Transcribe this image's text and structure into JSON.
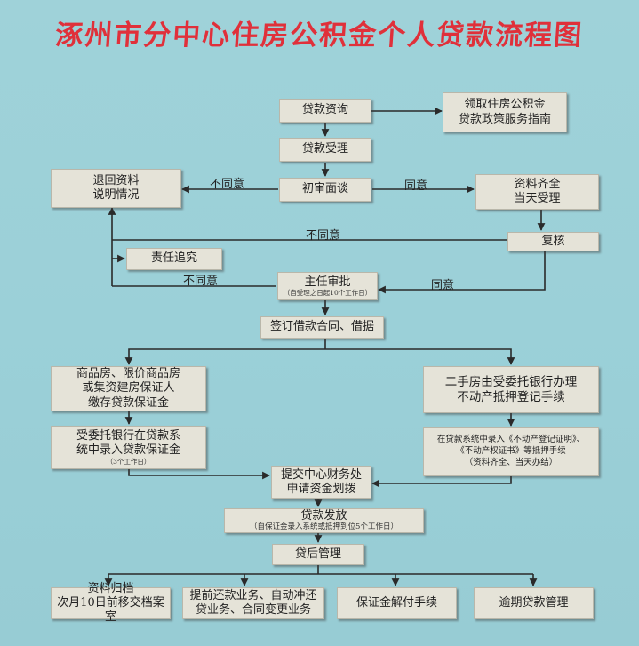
{
  "title": "涿州市分中心住房公积金个人贷款流程图",
  "nodes": {
    "consult": "贷款资询",
    "guide_line1": "领取住房公积金",
    "guide_line2": "贷款政策服务指南",
    "accept": "贷款受理",
    "return_line1": "退回资料",
    "return_line2": "说明情况",
    "interview": "初审面谈",
    "complete_line1": "资料齐全",
    "complete_line2": "当天受理",
    "recheck": "复核",
    "liability": "责任追究",
    "director": "主任审批",
    "director_note": "（自受理之日起10个工作日）",
    "contract": "签订借款合同、借据",
    "newhouse_line1": "商品房、限价商品房",
    "newhouse_line2": "或集资建房保证人",
    "newhouse_line3": "缴存贷款保证金",
    "secondhand_line1": "二手房由受委托银行办理",
    "secondhand_line2": "不动产抵押登记手续",
    "bank_line1": "受委托银行在贷款系",
    "bank_line2": "统中录入贷款保证金",
    "bank_note": "（3个工作日）",
    "system_line1": "在贷款系统中录入《不动产登记证明》、",
    "system_line2": "《不动产权证书》等抵押手续",
    "system_line3": "（资料齐全、当天办结）",
    "finance_line1": "提交中心财务处",
    "finance_line2": "申请资金划拨",
    "issue": "贷款发放",
    "issue_note": "（自保证金录入系统或抵押到位5个工作日）",
    "post": "贷后管理",
    "archive_line1": "资料归档",
    "archive_line2": "次月10日前移交档案室",
    "repay_line1": "提前还款业务、自动冲还",
    "repay_line2": "贷业务、合同变更业务",
    "deposit": "保证金解付手续",
    "overdue": "逾期贷款管理"
  },
  "labels": {
    "disagree": "不同意",
    "agree": "同意"
  }
}
